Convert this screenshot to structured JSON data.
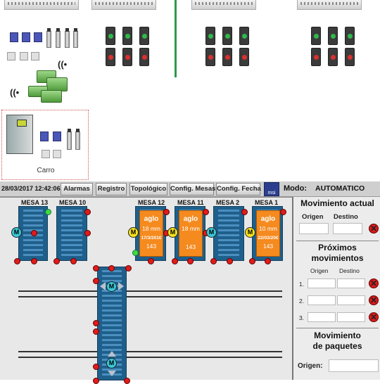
{
  "toolbar": {
    "datetime": "28/03/2017 12:42:06",
    "buttons": [
      "Alarmas",
      "Registro",
      "Topológico",
      "Config. Mesas",
      "Config. Fecha"
    ],
    "logo_text": "msi",
    "mode_label": "Modo:",
    "mode_value": "AUTOMATICO"
  },
  "hardware": {
    "cart_label": "Carro",
    "wifi_icon": "wifi-icon"
  },
  "tables": {
    "mesa13": "MESA 13",
    "mesa10": "MESA 10",
    "mesa12": "MESA 12",
    "mesa11": "MESA 11",
    "mesa2": "MESA 2",
    "mesa1": "MESA 1"
  },
  "loads": {
    "mesa12": {
      "name": "aglo",
      "size": "18 mm",
      "date": "17/3/201€",
      "count": "143"
    },
    "mesa11": {
      "name": "aglo",
      "size": "18 mm",
      "count": "143"
    },
    "mesa1": {
      "name": "aglo",
      "size": "10 mm",
      "date": "22/03/20€",
      "count": "143"
    }
  },
  "motor_label": "M",
  "panel": {
    "current_title": "Movimiento actual",
    "origin_label": "Origen",
    "dest_label": "Destino",
    "next_title_1": "Próximos",
    "next_title_2": "movimientos",
    "next_origin": "Origen",
    "next_dest": "Destino",
    "rows": [
      "1.",
      "2.",
      "3."
    ],
    "packages_title_1": "Movimiento",
    "packages_title_2": "de paquetes",
    "packages_origin": "Origen:"
  },
  "colors": {
    "accent_green": "#2a9a48",
    "conveyor": "#1f5f8b",
    "load": "#f58a1f",
    "alarm": "#d81b1b"
  }
}
